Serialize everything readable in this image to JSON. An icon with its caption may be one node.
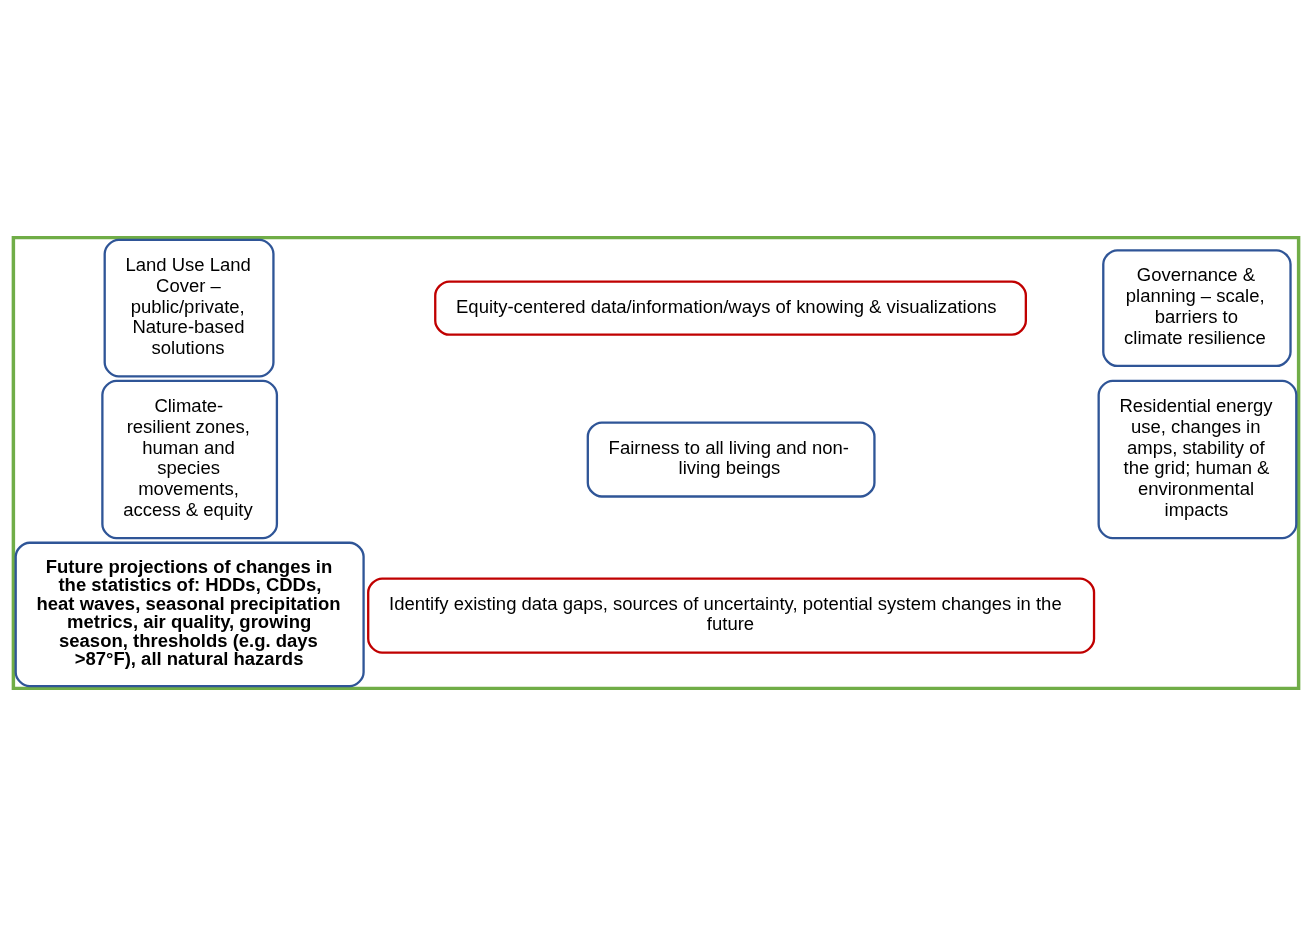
{
  "diagram": {
    "nodes": [
      {
        "text": [],
        "shape": "box"
      },
      {
        "text": [
          "Equity-centered data/information/ways of knowing & visualizations"
        ],
        "in": 0
      },
      {
        "text": [
          "Land Use Land Cover – public/private, Nature-based solutions"
        ],
        "in": 0
      },
      {
        "text": [
          "Fairness to all living and non-living beings"
        ],
        "in": 0
      },
      {
        "text": [
          "Governance & planning – scale, barriers to climate resilience"
        ],
        "in": 0
      },
      {
        "text": [
          "Future projections of changes in the statistics of: HDDs, CDDs, heat waves, seasonal precipitation metrics, air quality, growing season, thresholds (e.g. days >87°F), all natural hazards"
        ],
        "in": 0
      },
      {
        "text": [
          "Residential energy use, changes in amps, stability of the grid; human & environmental impacts"
        ],
        "in": 0
      },
      {
        "text": [
          "Climate-resilient zones, human and species movements, access & equity"
        ],
        "in": 0
      },
      {
        "text": [
          "Identify existing data gaps, sources of uncertainty, potential system changes in the future"
        ],
        "in": 0
      }
    ],
    "edges": []
  }
}
